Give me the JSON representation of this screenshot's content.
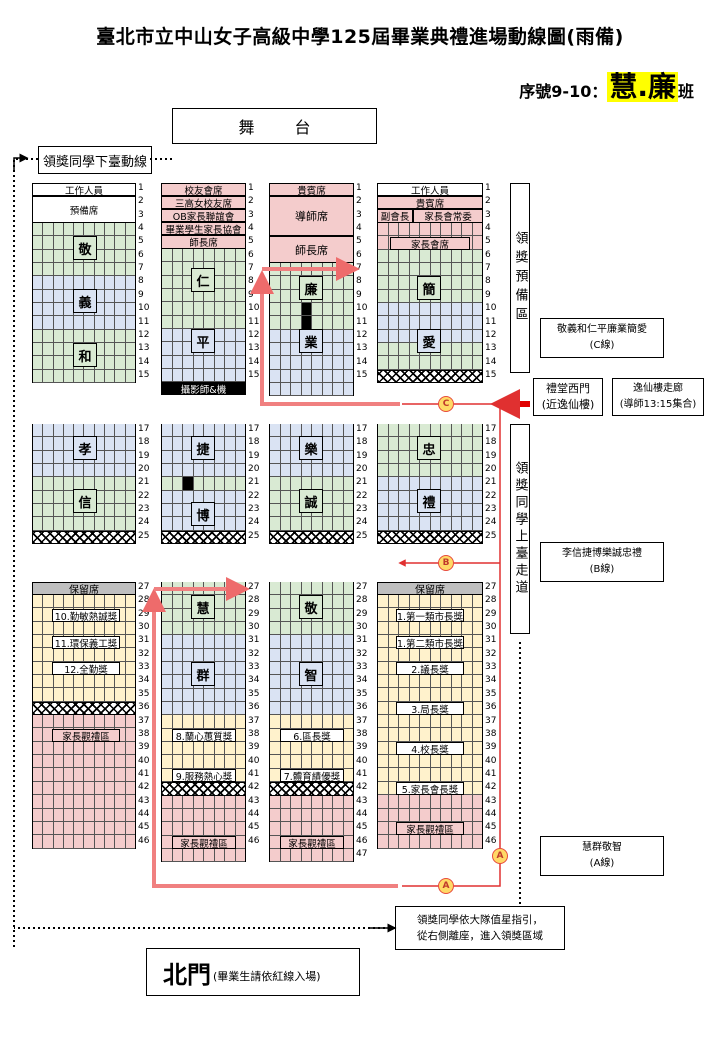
{
  "title": "臺北市立中山女子高級中學125屆畢業典禮進場動線圖(雨備)",
  "serial": {
    "prefix": "序號9-10：",
    "classes": "慧.廉",
    "suffix": "班"
  },
  "stage": "舞台",
  "award_down_line": "領獎同學下臺動線",
  "prep_area": "領獎預備區",
  "up_path": "領獎同學上臺走道",
  "west_gate": [
    "禮堂西門",
    "(近逸仙樓)"
  ],
  "corridor": [
    "逸仙樓走廊",
    "(導師13:15集合)"
  ],
  "route_c": [
    "敬義和仁平廉業簡愛",
    "(C線)"
  ],
  "route_b": [
    "李信捷博樂誠忠禮",
    "(B線)"
  ],
  "route_a": [
    "慧群敬智",
    "(A線)"
  ],
  "instruction": [
    "領獎同學依大隊值星指引，",
    "從右側離座，進入領獎區域"
  ],
  "north_gate": "北門",
  "north_note": "(畢業生請依紅線入場)",
  "markers": {
    "a": "A",
    "b": "B",
    "c": "C"
  },
  "row_numbers": {
    "top": [
      "1",
      "2",
      "3",
      "4",
      "5",
      "6",
      "7",
      "8",
      "9",
      "10",
      "11",
      "12",
      "13",
      "14",
      "15"
    ],
    "middle": [
      "17",
      "18",
      "19",
      "20",
      "21",
      "22",
      "23",
      "24",
      "25"
    ],
    "bottom": [
      "27",
      "28",
      "29",
      "30",
      "31",
      "32",
      "33",
      "34",
      "35",
      "36",
      "37",
      "38",
      "39",
      "40",
      "41",
      "42",
      "43",
      "44",
      "45",
      "46"
    ],
    "col3_extra": "47"
  },
  "blocks": {
    "c1_top": {
      "staff": "工作人員",
      "reserved": "預備席",
      "classes": [
        "敬",
        "義",
        "和"
      ]
    },
    "c2_top": {
      "rows": [
        "校友會席",
        "三高女校友席",
        "OB家長聯誼會",
        "畢業學生家長協會",
        "師長席"
      ],
      "class": "仁",
      "class2": "平",
      "photo": "攝影師&機"
    },
    "c3_top": {
      "guest": "貴賓席",
      "mentor": "導師席",
      "teacher": "師長席",
      "classes": [
        "廉",
        "業"
      ]
    },
    "c4_top": {
      "staff": "工作人員",
      "guest": "貴賓席",
      "vp": "副會長",
      "parent_committee": "家長會常委",
      "parent_seat": "家長會席",
      "classes": [
        "簡",
        "愛"
      ]
    },
    "c1_mid": {
      "classes": [
        "孝",
        "信"
      ]
    },
    "c2_mid": {
      "classes": [
        "捷",
        "博"
      ]
    },
    "c3_mid": {
      "classes": [
        "樂",
        "誠"
      ]
    },
    "c4_mid": {
      "classes": [
        "忠",
        "禮"
      ]
    },
    "c1_bot": {
      "reserved": "保留席",
      "awards": [
        "10.勤敏熱誠獎",
        "11.環保義工獎",
        "12.全勤獎"
      ],
      "parents": "家長觀禮區"
    },
    "c2_bot": {
      "classes": [
        "慧",
        "群"
      ],
      "awards": [
        "8.蘭心蕙質獎",
        "9.服務熱心獎"
      ],
      "parents": "家長觀禮區"
    },
    "c3_bot": {
      "classes": [
        "敬",
        "智"
      ],
      "awards": [
        "6.區長獎",
        "7.體育績優獎"
      ],
      "parents": "家長觀禮區"
    },
    "c4_bot": {
      "reserved": "保留席",
      "awards": [
        "1.第一類市長獎",
        "1.第二類市長獎",
        "2.議長獎",
        "3.局長獎",
        "4.校長獎",
        "5.家長會長獎"
      ],
      "parents": "家長觀禮區"
    }
  }
}
